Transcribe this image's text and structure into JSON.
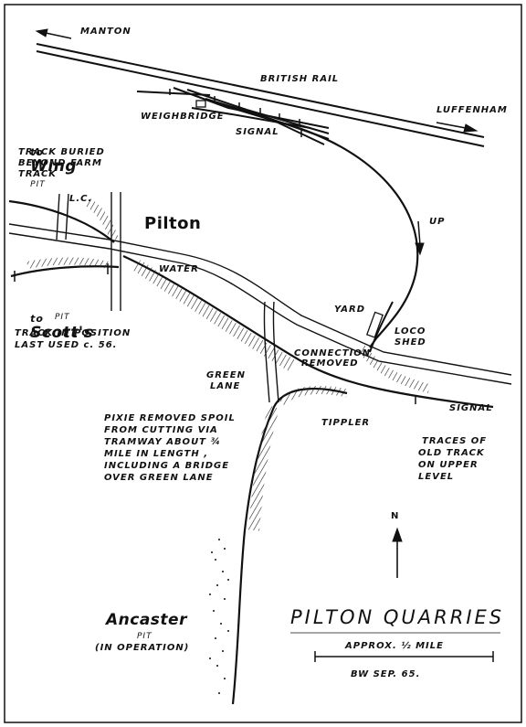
{
  "map": {
    "title": "PILTON QUARRIES",
    "scale": "APPROX. ½ MILE",
    "credit": "BW SEP. 65.",
    "north": "N"
  },
  "labels": {
    "manton": "MANTON",
    "british_rail": "BRITISH RAIL",
    "luffenham": "LUFFENHAM",
    "weighbridge": "WEIGHBRIDGE",
    "signal_top": "SIGNAL",
    "wing_to": "to",
    "wing_name": "Wing",
    "wing_pit": "PIT",
    "wing_note_1": "TRACK BURIED",
    "wing_note_2": "BEYOND FARM",
    "wing_note_3": "TRACK",
    "lc": "L.C.",
    "pilton": "Pilton",
    "up": "UP",
    "water": "WATER",
    "scotts_to": "to",
    "scotts_name": "Scott's",
    "scotts_pit": "PIT",
    "scotts_note_1": "TRACK IN POSITION",
    "scotts_note_2": "LAST USED c. 56.",
    "yard": "YARD",
    "loco_1": "LOCO",
    "loco_2": "SHED",
    "connection_1": "CONNECTION",
    "connection_2": "REMOVED",
    "green_lane_1": "GREEN",
    "green_lane_2": "LANE",
    "signal_right": "SIGNAL",
    "tippler": "TIPPLER",
    "pixie_1": "PIXIE REMOVED SPOIL",
    "pixie_2": "FROM CUTTING VIA",
    "pixie_3": "TRAMWAY ABOUT ¾",
    "pixie_4": "MILE IN LENGTH ,",
    "pixie_5": "INCLUDING A BRIDGE",
    "pixie_6": "OVER GREEN LANE",
    "traces_1": "TRACES OF",
    "traces_2": "OLD TRACK",
    "traces_3": "ON UPPER",
    "traces_4": "LEVEL",
    "ancaster_name": "Ancaster",
    "ancaster_pit": "PIT",
    "ancaster_status": "(IN OPERATION)"
  }
}
